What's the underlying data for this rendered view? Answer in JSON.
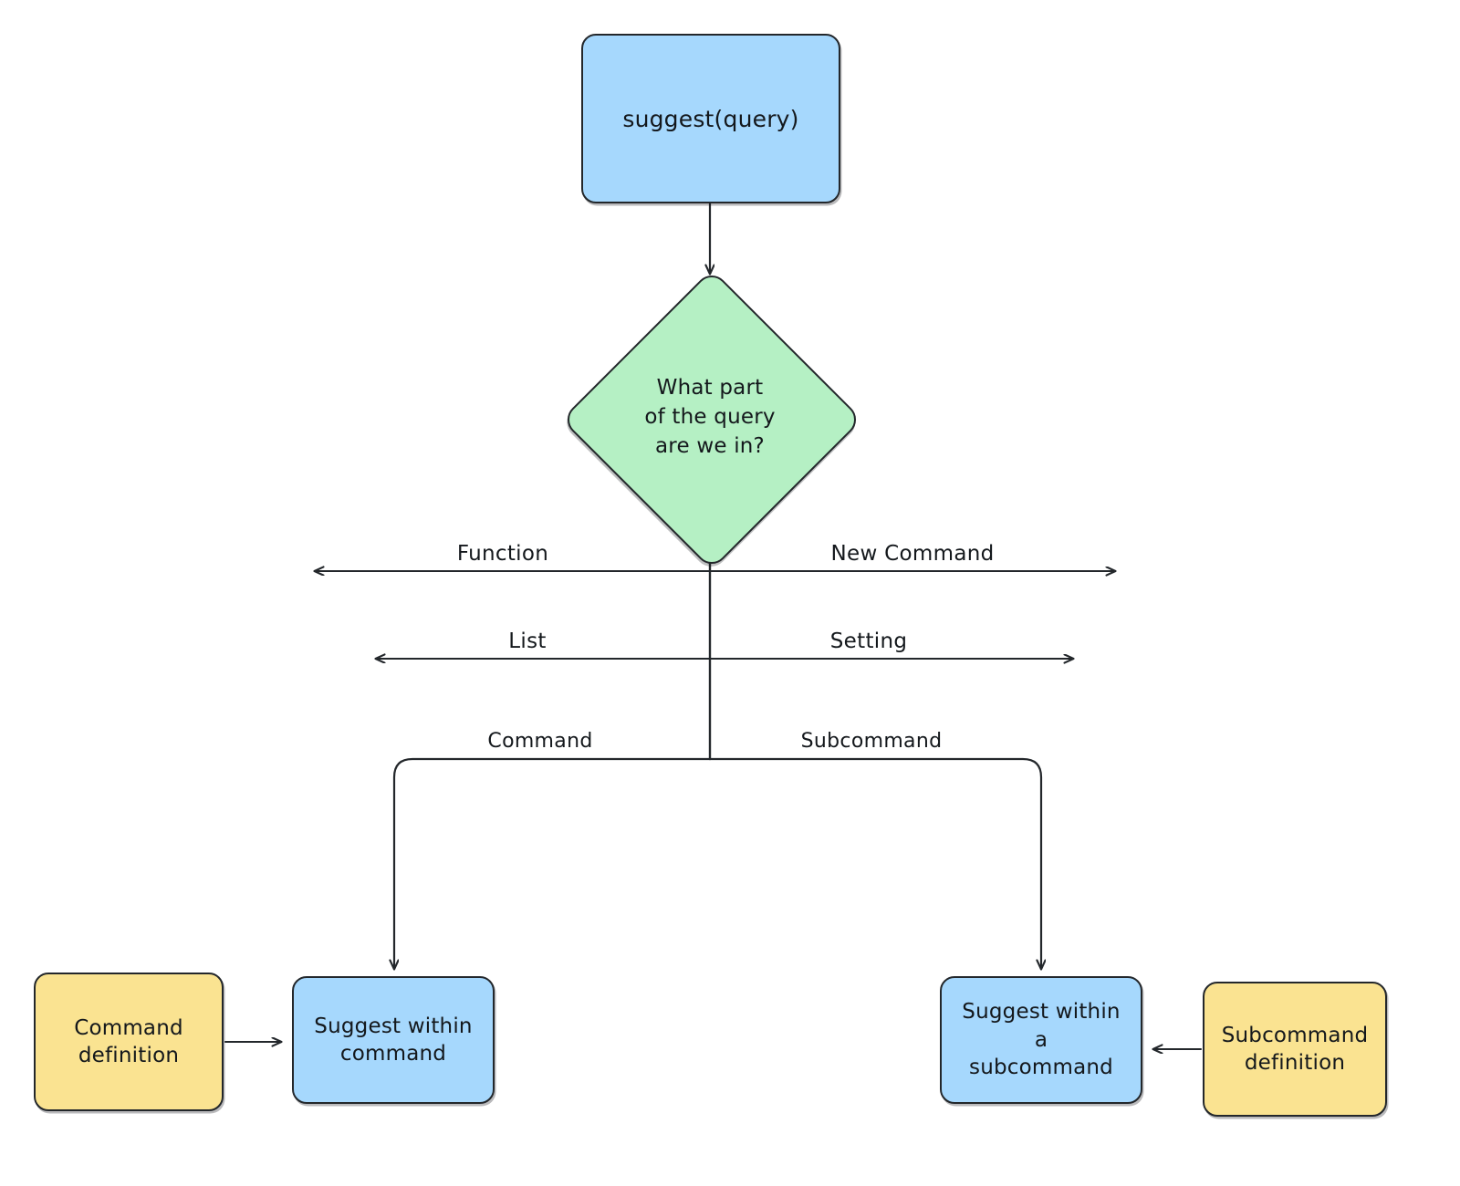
{
  "diagram": {
    "title": "suggest(query) routing flowchart",
    "background": "#ffffff",
    "colors": {
      "blue_fill": "#a6d8fd",
      "green_fill": "#b5f0c4",
      "yellow_fill": "#fae391",
      "stroke": "#23272b",
      "text": "#14181c"
    }
  },
  "nodes": {
    "entry": {
      "label": "suggest(query)",
      "shape": "rounded-rectangle",
      "fill": "#a6d8fd"
    },
    "decision": {
      "label": "What part\nof the query\nare we in?",
      "shape": "diamond",
      "fill": "#b5f0c4"
    },
    "command_definition": {
      "label": "Command\ndefinition",
      "shape": "rounded-rectangle",
      "fill": "#fae391"
    },
    "suggest_within_command": {
      "label": "Suggest within\ncommand",
      "shape": "rounded-rectangle",
      "fill": "#a6d8fd"
    },
    "suggest_within_subcommand": {
      "label": "Suggest within a\nsubcommand",
      "shape": "rounded-rectangle",
      "fill": "#a6d8fd"
    },
    "subcommand_definition": {
      "label": "Subcommand\ndefinition",
      "shape": "rounded-rectangle",
      "fill": "#fae391"
    }
  },
  "edge_labels": {
    "function": "Function",
    "new_command": "New Command",
    "list": "List",
    "setting": "Setting",
    "command": "Command",
    "subcommand": "Subcommand"
  },
  "edges": [
    {
      "from": "entry",
      "to": "decision",
      "label": "",
      "direction": "down"
    },
    {
      "from": "decision",
      "to": "left-open",
      "label": "Function",
      "direction": "left"
    },
    {
      "from": "decision",
      "to": "right-open",
      "label": "New Command",
      "direction": "right"
    },
    {
      "from": "decision",
      "to": "left-open",
      "label": "List",
      "direction": "left"
    },
    {
      "from": "decision",
      "to": "right-open",
      "label": "Setting",
      "direction": "right"
    },
    {
      "from": "decision",
      "to": "suggest_within_command",
      "label": "Command",
      "direction": "down-left"
    },
    {
      "from": "decision",
      "to": "suggest_within_subcommand",
      "label": "Subcommand",
      "direction": "down-right"
    },
    {
      "from": "command_definition",
      "to": "suggest_within_command",
      "label": "",
      "direction": "right"
    },
    {
      "from": "subcommand_definition",
      "to": "suggest_within_subcommand",
      "label": "",
      "direction": "left"
    }
  ]
}
